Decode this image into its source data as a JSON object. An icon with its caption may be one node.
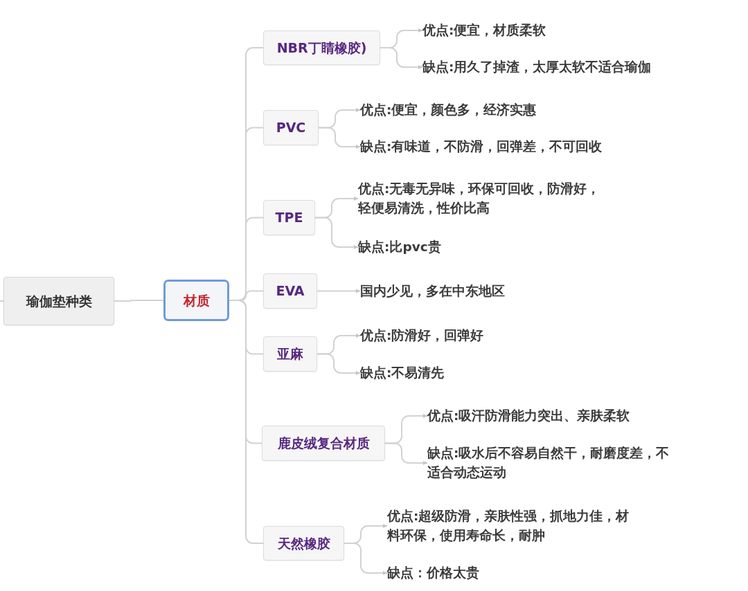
{
  "diagram": {
    "nodes": [
      {
        "text": [
          "瑜伽垫种类"
        ]
      },
      {
        "text": [
          "材质"
        ]
      },
      {
        "text": [
          "NBR丁睛橡胶)"
        ]
      },
      {
        "text": [
          "优点:便宜，材质柔软"
        ]
      },
      {
        "text": [
          "缺点:用久了掉渣，太厚太软不适合瑜伽"
        ]
      },
      {
        "text": [
          "PVC"
        ]
      },
      {
        "text": [
          "优点:便宜，颜色多，经济实惠"
        ]
      },
      {
        "text": [
          "缺点:有味道，不防滑，回弹差，不可回收"
        ]
      },
      {
        "text": [
          "TPE"
        ]
      },
      {
        "text": [
          "优点:无毒无异味，环保可回收，防滑好，轻便易清洗，性价比高"
        ]
      },
      {
        "text": [
          "缺点:比pvc贵"
        ]
      },
      {
        "text": [
          "EVA"
        ]
      },
      {
        "text": [
          "国内少见，多在中东地区"
        ]
      },
      {
        "text": [
          "亚麻"
        ]
      },
      {
        "text": [
          "优点:防滑好，回弹好"
        ]
      },
      {
        "text": [
          "缺点:不易清先"
        ]
      },
      {
        "text": [
          "鹿皮绒复合材质"
        ]
      },
      {
        "text": [
          "优点:吸汗防滑能力突出、亲肤柔软"
        ]
      },
      {
        "text": [
          "缺点:吸水后不容易自然干，耐磨度差，不适合动态运动"
        ]
      },
      {
        "text": [
          "天然橡胶"
        ]
      },
      {
        "text": [
          "优点:超级防滑，亲肤性强，抓地力佳，材料环保，使用寿命长，耐肿"
        ]
      },
      {
        "text": [
          "缺点：价格太贵"
        ]
      }
    ],
    "edges": [
      {
        "from": null,
        "to": 0,
        "arrow": "none"
      },
      {
        "from": 0,
        "to": 1,
        "arrow": "none"
      },
      {
        "from": 1,
        "to": 2,
        "arrow": "none"
      },
      {
        "from": 1,
        "to": 5,
        "arrow": "none"
      },
      {
        "from": 1,
        "to": 8,
        "arrow": "none"
      },
      {
        "from": 1,
        "to": 11,
        "arrow": "none"
      },
      {
        "from": 1,
        "to": 13,
        "arrow": "none"
      },
      {
        "from": 1,
        "to": 16,
        "arrow": "none"
      },
      {
        "from": 1,
        "to": 19,
        "arrow": "none"
      },
      {
        "from": 2,
        "to": 3,
        "arrow": "to"
      },
      {
        "from": 2,
        "to": 4,
        "arrow": "to"
      },
      {
        "from": 5,
        "to": 6,
        "arrow": "to"
      },
      {
        "from": 5,
        "to": 7,
        "arrow": "to"
      },
      {
        "from": 8,
        "to": 9,
        "arrow": "to"
      },
      {
        "from": 8,
        "to": 10,
        "arrow": "to"
      },
      {
        "from": 11,
        "to": 12,
        "arrow": "to"
      },
      {
        "from": 13,
        "to": 14,
        "arrow": "to"
      },
      {
        "from": 13,
        "to": 15,
        "arrow": "to"
      },
      {
        "from": 16,
        "to": 17,
        "arrow": "to"
      },
      {
        "from": 16,
        "to": 18,
        "arrow": "to"
      },
      {
        "from": 19,
        "to": 20,
        "arrow": "to"
      },
      {
        "from": 19,
        "to": 21,
        "arrow": "to"
      }
    ]
  }
}
